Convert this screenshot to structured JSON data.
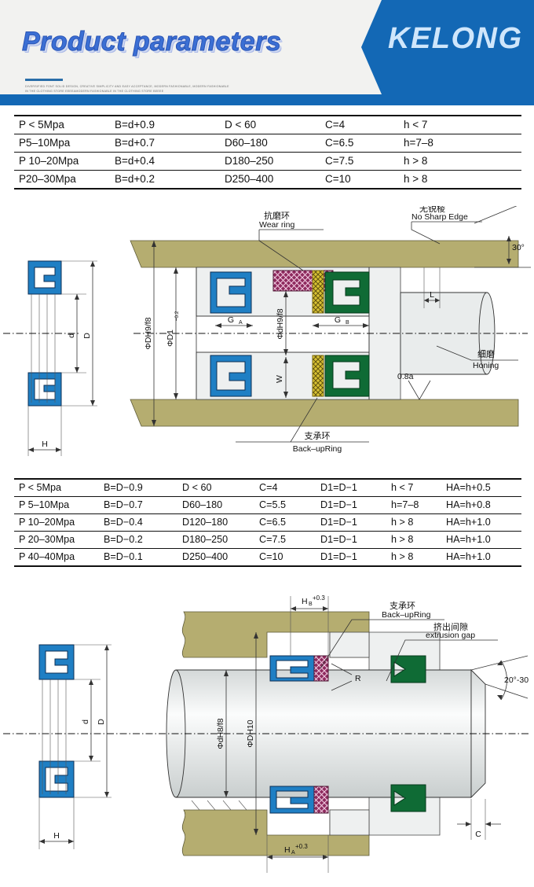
{
  "header": {
    "title": "Product parameters",
    "subtitle_line1": "DIVERSIFIED FONT SOLID DESIGN, CREATIVE SIMPLICITY AND EASY ACCEPTANCE, MODERN FASHIONABLE, MODERN FASHIONABLE",
    "subtitle_line2": "IN THE CLOTHING STORE EEEEAMODERN FASHIONABLE IN THE CLOTHING STORE BEEEE",
    "brand": "KELONG",
    "accent_color": "#1368b5",
    "title_color": "#3b6fd4",
    "brand_color": "#cfe6fb"
  },
  "table_1": {
    "rows": [
      [
        "P < 5Mpa",
        "B=d+0.9",
        "D < 60",
        "C=4",
        "h < 7"
      ],
      [
        "P5–10Mpa",
        "B=d+0.7",
        "D60–180",
        "C=6.5",
        "h=7–8"
      ],
      [
        "P 10–20Mpa",
        "B=d+0.4",
        "D180–250",
        "C=7.5",
        "h > 8"
      ],
      [
        "P20–30Mpa",
        "B=d+0.2",
        "D250–400",
        "C=10",
        "h > 8"
      ]
    ]
  },
  "table_2": {
    "rows": [
      [
        "P < 5Mpa",
        "B=D−0.9",
        "D < 60",
        "C=4",
        "D1=D−1",
        "h < 7",
        "HA=h+0.5"
      ],
      [
        "P 5–10Mpa",
        "B=D−0.7",
        "D60–180",
        "C=5.5",
        "D1=D−1",
        "h=7–8",
        "HA=h+0.8"
      ],
      [
        "P 10–20Mpa",
        "B=D−0.4",
        "D120–180",
        "C=6.5",
        "D1=D−1",
        "h > 8",
        "HA=h+1.0"
      ],
      [
        "P 20–30Mpa",
        "B=D−0.2",
        "D180–250",
        "C=7.5",
        "D1=D−1",
        "h > 8",
        "HA=h+1.0"
      ],
      [
        "P 40–40Mpa",
        "B=D−0.1",
        "D250–400",
        "C=10",
        "D1=D−1",
        "h > 8",
        "HA=h+1.0"
      ]
    ]
  },
  "diagram_1": {
    "profile": {
      "dim_d": "d",
      "dim_D": "D",
      "dim_H": "H"
    },
    "callouts": {
      "wear_ring_cn": "抗磨环",
      "wear_ring_en": "Wear ring",
      "no_sharp_edge_cn": "无锐棱",
      "no_sharp_edge_en": "No Sharp Edge",
      "angle": "30°",
      "honing_cn": "细磨",
      "honing_en": "Honing",
      "roughness": "0.8a",
      "backup_ring_cn": "支承环",
      "backup_ring_en": "Back–upRing"
    },
    "dims": {
      "bore_D": "ΦDH9/f8",
      "bore_D1": "ΦD1",
      "bore_D1_tol": "−0.2",
      "rod_d": "ΦdH9/f8",
      "groove_GA": "G",
      "groove_GA_sub": "A",
      "groove_GB": "G",
      "groove_GB_sub": "B",
      "width_W": "W",
      "length_L": "L"
    }
  },
  "diagram_2": {
    "profile": {
      "dim_d": "d",
      "dim_D": "D",
      "dim_H": "H"
    },
    "callouts": {
      "backup_ring_cn": "支承环",
      "backup_ring_en": "Back–upRing",
      "extrusion_gap_cn": "挤出间隙",
      "extrusion_gap_en": "extrusion gap",
      "radius": "R",
      "angle": "20°-30"
    },
    "dims": {
      "HB": "H",
      "HB_sub": "B",
      "HB_tol": "+0.3",
      "HA": "H",
      "HA_sub": "A",
      "HA_tol": "+0.3",
      "rod_d": "ΦdH8/f8",
      "bore_D": "ΦDH10",
      "chamfer_C": "C"
    }
  },
  "colors": {
    "seal_blue": "#1f7fc4",
    "seal_green": "#0f6b35",
    "wear_ring_purple": "#8e2a5e",
    "backup_ring_yellow": "#d9c233",
    "metal_olive": "#b5ad70",
    "housing_grey": "#eef0f0"
  }
}
